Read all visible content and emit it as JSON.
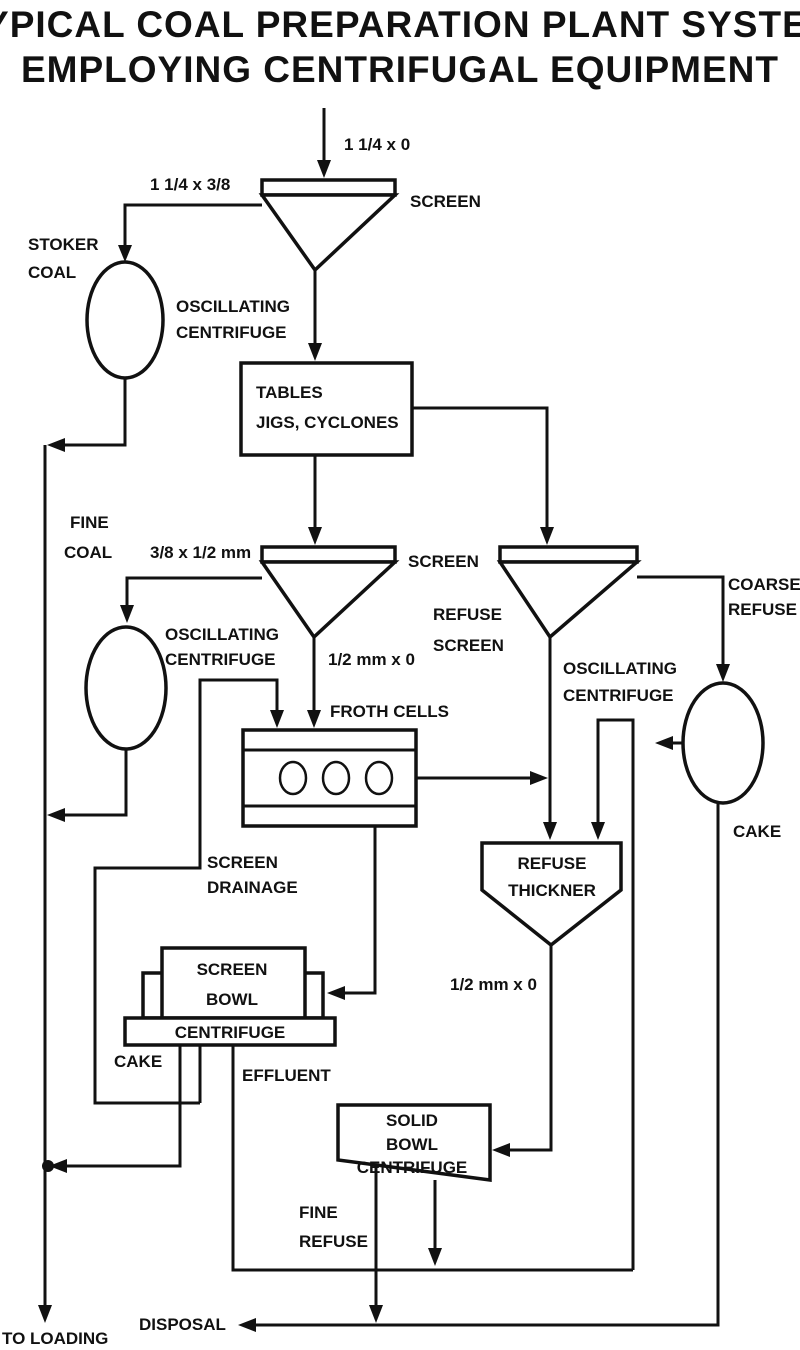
{
  "title": {
    "line1": "TYPICAL COAL PREPARATION PLANT SYSTEM",
    "line2": "EMPLOYING  CENTRIFUGAL EQUIPMENT"
  },
  "labels": {
    "feed_size": "1 1/4 x 0",
    "stoker_size": "1 1/4 x 3/8",
    "screen_1": "SCREEN",
    "stoker_coal_1": "STOKER",
    "stoker_coal_2": "COAL",
    "osc_cent_1_l1": "OSCILLATING",
    "osc_cent_1_l2": "CENTRIFUGE",
    "tables_l1": "TABLES",
    "tables_l2": "JIGS, CYCLONES",
    "fine_coal_1": "FINE",
    "fine_coal_2": "COAL",
    "fine_size": "3/8 x 1/2 mm",
    "screen_2": "SCREEN",
    "coarse_refuse_1": "COARSE",
    "coarse_refuse_2": "REFUSE",
    "refuse_screen_1": "REFUSE",
    "refuse_screen_2": "SCREEN",
    "osc_cent_2_l1": "OSCILLATING",
    "osc_cent_2_l2": "CENTRIFUGE",
    "froth_size": "1/2 mm x 0",
    "osc_cent_3_l1": "OSCILLATING",
    "osc_cent_3_l2": "CENTRIFUGE",
    "froth_cells": "FROTH CELLS",
    "cake_right": "CAKE",
    "screen_drainage_1": "SCREEN",
    "screen_drainage_2": "DRAINAGE",
    "refuse_thickner_1": "REFUSE",
    "refuse_thickner_2": "THICKNER",
    "screen_bowl_1": "SCREEN",
    "screen_bowl_2": "BOWL",
    "centrifuge": "CENTRIFUGE",
    "thickner_size": "1/2 mm x 0",
    "cake_left": "CAKE",
    "effluent": "EFFLUENT",
    "solid_bowl_1": "SOLID",
    "solid_bowl_2": "BOWL",
    "solid_bowl_3": "CENTRIFUGE",
    "fine_refuse_1": "FINE",
    "fine_refuse_2": "REFUSE",
    "disposal": "DISPOSAL",
    "to_loading": "TO LOADING"
  }
}
